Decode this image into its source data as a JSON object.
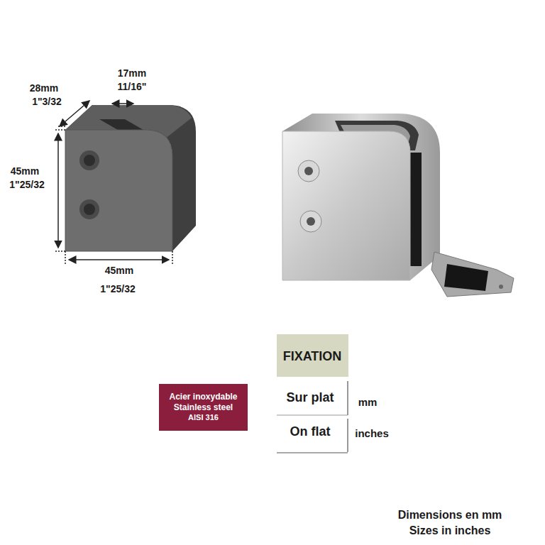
{
  "diagram": {
    "nodes": [
      {
        "text": [
          "Acier inoxydable",
          "Stainless steel",
          "AISI 316"
        ]
      }
    ],
    "labels": [
      "28mm",
      "1\"3/32",
      "17mm",
      "11/16\"",
      "45mm",
      "1\"25/32",
      "45mm",
      "1\"25/32",
      "FIXATION",
      "Sur plat",
      "mm",
      "On flat",
      "inches",
      "Dimensions en mm",
      "Sizes in inches"
    ]
  }
}
